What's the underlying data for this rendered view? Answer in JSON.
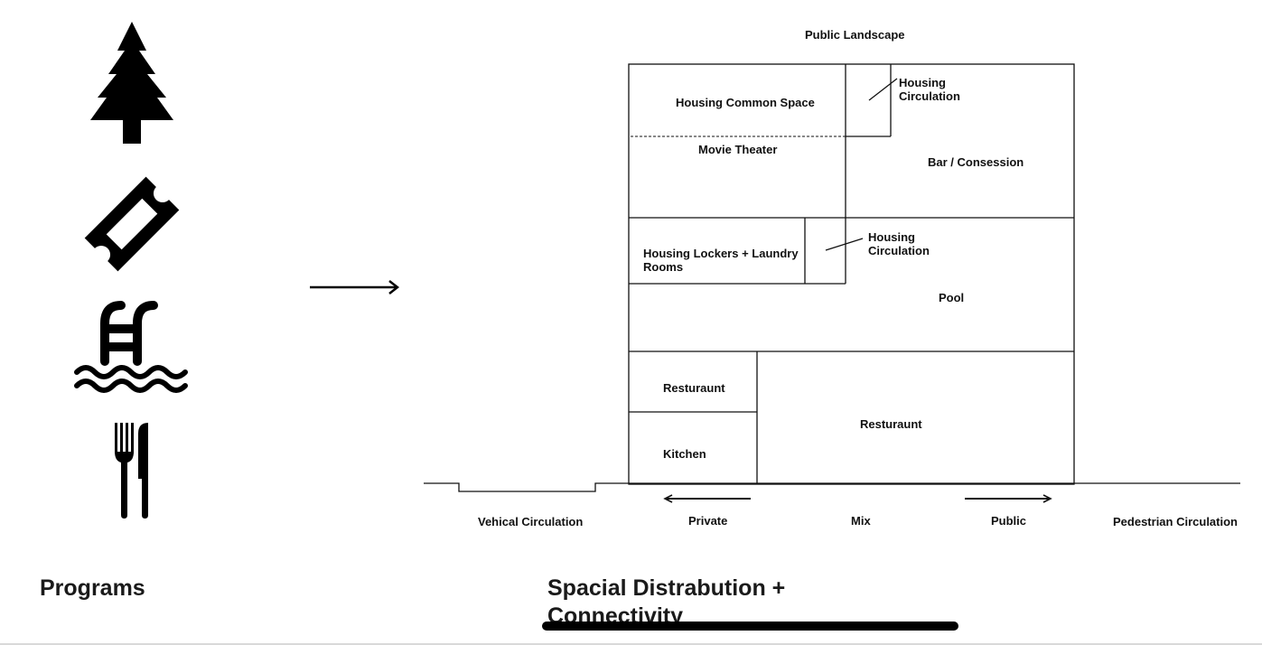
{
  "programs": {
    "title": "Programs",
    "icons": [
      "tree-icon",
      "ticket-icon",
      "pool-ladder-icon",
      "fork-knife-icon"
    ]
  },
  "arrow": {
    "icon": "right-arrow-icon"
  },
  "diagram": {
    "title": "Spacial Distrabution + Connectivity",
    "top_label": "Public Landscape",
    "rooms": {
      "housing_common_space": "Housing Common Space",
      "movie_theater": "Movie Theater",
      "housing_circulation_top_1": "Housing",
      "housing_circulation_top_2": "Circulation",
      "bar_concession": "Bar / Consession",
      "housing_lockers_1": "Housing Lockers + Laundry",
      "housing_lockers_2": "Rooms",
      "housing_circulation_mid_1": "Housing",
      "housing_circulation_mid_2": "Circulation",
      "pool": "Pool",
      "restaurant_small": "Resturaunt",
      "kitchen": "Kitchen",
      "restaurant_large": "Resturaunt"
    },
    "ground_labels": {
      "vehical": "Vehical Circulation",
      "private": "Private",
      "mix": "Mix",
      "public": "Public",
      "pedestrian": "Pedestrian Circulation"
    }
  },
  "colors": {
    "ink": "#000000",
    "text": "#111111",
    "background": "#ffffff"
  }
}
